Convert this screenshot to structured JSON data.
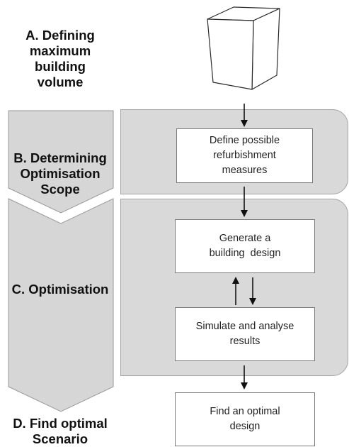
{
  "stages": [
    {
      "id": "A",
      "lines": [
        "A. Defining",
        "maximum",
        "building",
        "volume"
      ]
    },
    {
      "id": "B",
      "lines": [
        "B. Determining",
        "Optimisation",
        "Scope"
      ]
    },
    {
      "id": "C",
      "lines": [
        "C. Optimisation"
      ]
    },
    {
      "id": "D",
      "lines": [
        "D. Find optimal",
        "Scenario"
      ]
    }
  ],
  "boxes": {
    "define_measures": [
      "Define possible",
      "refurbishment",
      "measures"
    ],
    "generate_design": [
      "Generate a",
      "building  design"
    ],
    "simulate": [
      "Simulate and analyse",
      "results"
    ],
    "optimal_design": [
      "Find an optimal",
      "design"
    ]
  },
  "icons": {
    "building_volume": "3d-box-icon"
  }
}
